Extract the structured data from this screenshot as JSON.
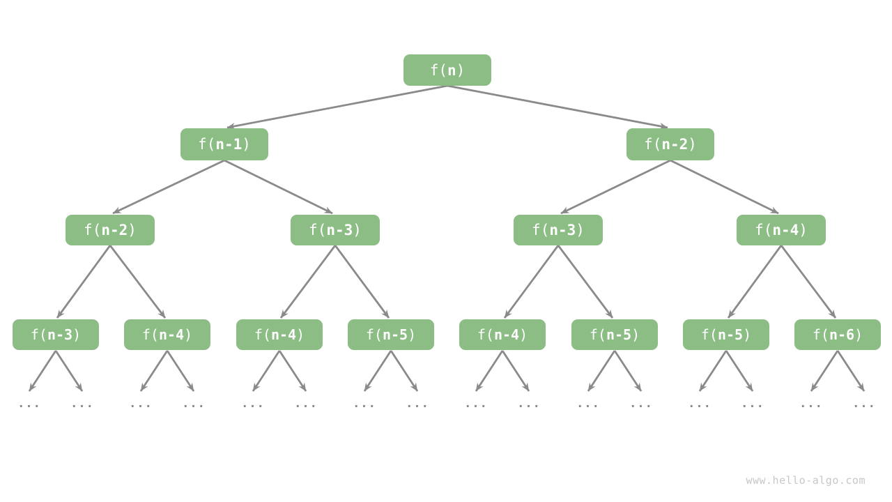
{
  "colors": {
    "node_fill": "#8CBD85",
    "node_text": "#FFFFFF",
    "edge": "#8A8A8A",
    "ellipsis": "#8A8A8A",
    "watermark_text": "#C7C7C7",
    "background": "#FFFFFF"
  },
  "nodes": [
    {
      "prefix": "f(",
      "arg": "n",
      "suffix": ")"
    },
    {
      "prefix": "f(",
      "arg": "n-1",
      "suffix": ")"
    },
    {
      "prefix": "f(",
      "arg": "n-2",
      "suffix": ")"
    },
    {
      "prefix": "f(",
      "arg": "n-2",
      "suffix": ")"
    },
    {
      "prefix": "f(",
      "arg": "n-3",
      "suffix": ")"
    },
    {
      "prefix": "f(",
      "arg": "n-3",
      "suffix": ")"
    },
    {
      "prefix": "f(",
      "arg": "n-4",
      "suffix": ")"
    },
    {
      "prefix": "f(",
      "arg": "n-3",
      "suffix": ")"
    },
    {
      "prefix": "f(",
      "arg": "n-4",
      "suffix": ")"
    },
    {
      "prefix": "f(",
      "arg": "n-4",
      "suffix": ")"
    },
    {
      "prefix": "f(",
      "arg": "n-5",
      "suffix": ")"
    },
    {
      "prefix": "f(",
      "arg": "n-4",
      "suffix": ")"
    },
    {
      "prefix": "f(",
      "arg": "n-5",
      "suffix": ")"
    },
    {
      "prefix": "f(",
      "arg": "n-5",
      "suffix": ")"
    },
    {
      "prefix": "f(",
      "arg": "n-6",
      "suffix": ")"
    }
  ],
  "ellipsis": {
    "label": "..."
  },
  "watermark": {
    "text": "www.hello-algo.com"
  }
}
